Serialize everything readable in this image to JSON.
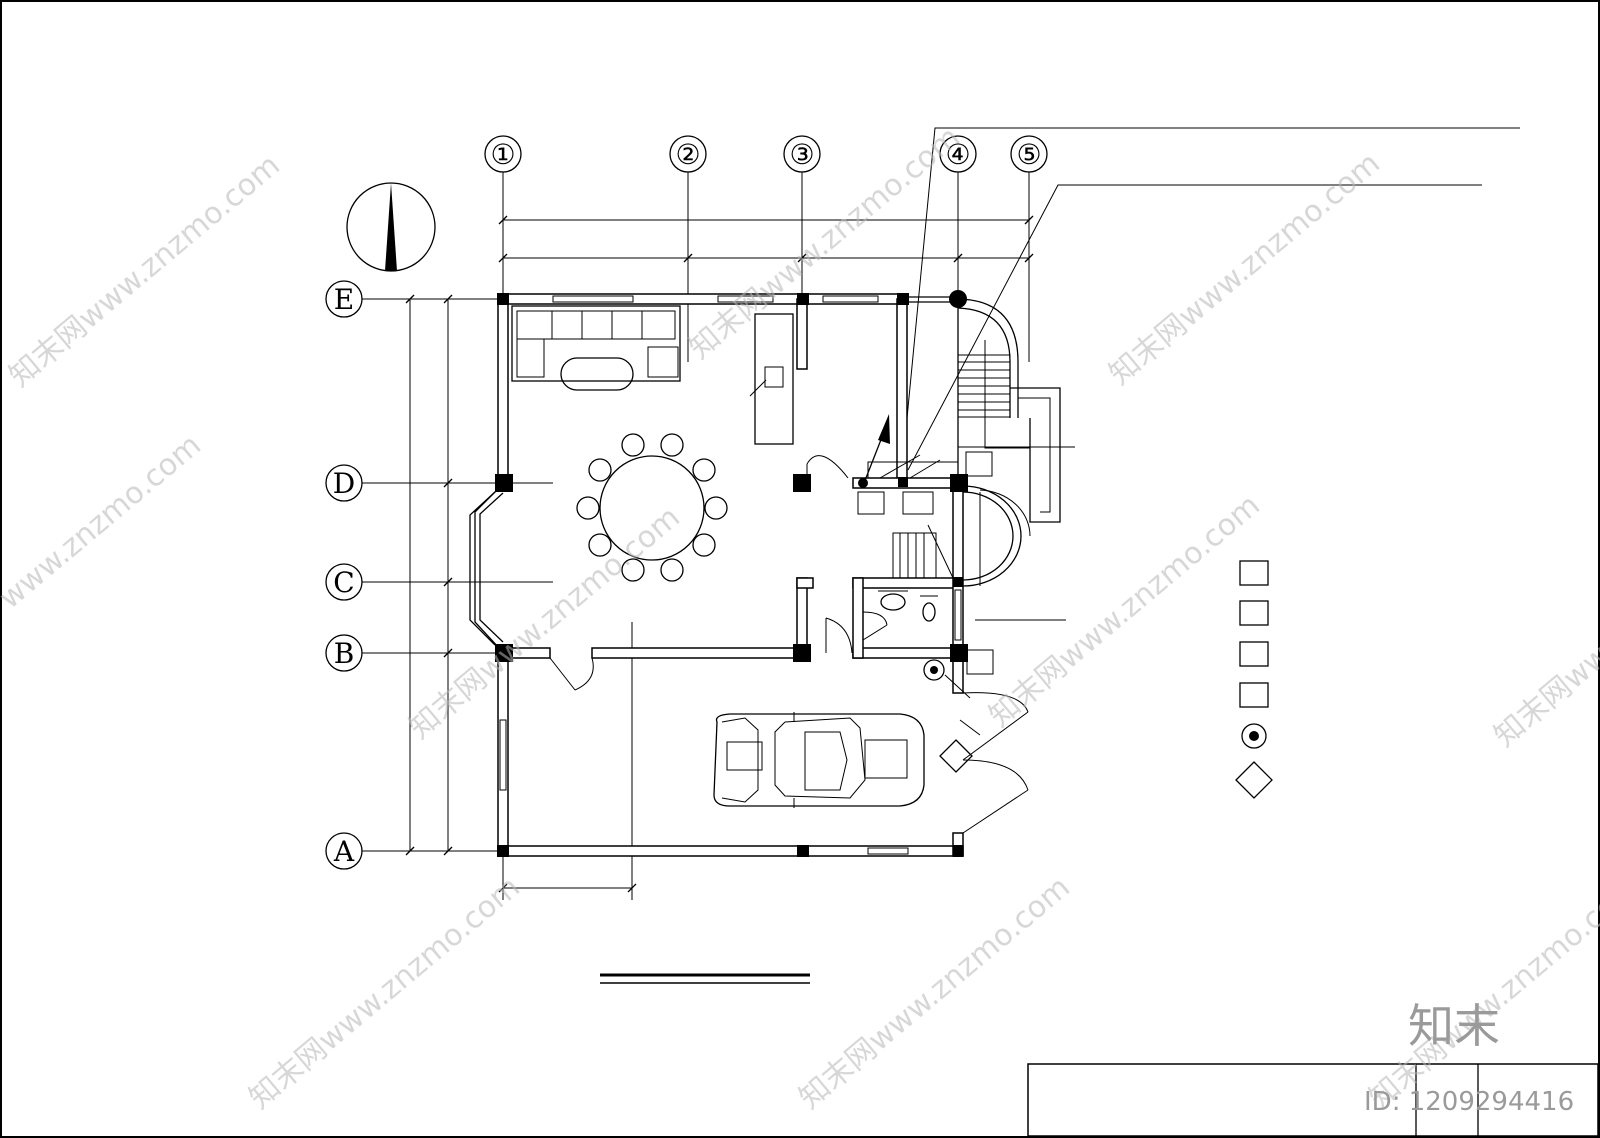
{
  "axes": {
    "columns": [
      "①",
      "②",
      "③",
      "④",
      "⑤"
    ],
    "rows": [
      "E",
      "D",
      "C",
      "B",
      "A"
    ]
  },
  "watermarks": [
    "知末网www.znzmo.com",
    "www.znzmo.com"
  ],
  "brand": {
    "name": "知末",
    "id": "ID: 1209294416"
  }
}
